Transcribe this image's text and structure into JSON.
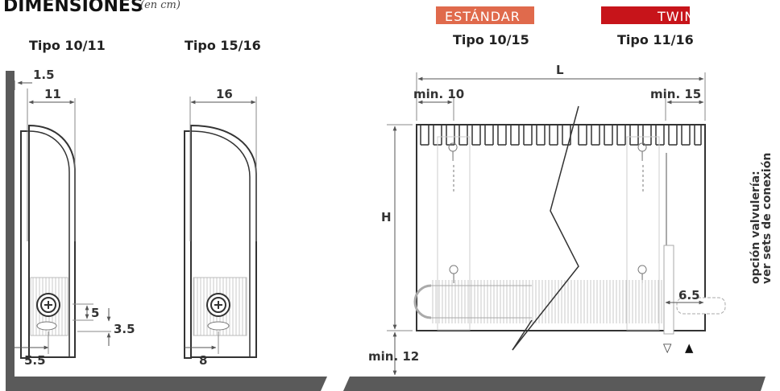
{
  "title": {
    "main": "DIMENSIONES",
    "units": "(en cm)"
  },
  "badges": {
    "standard": {
      "label": "ESTÁNDAR",
      "color": "#e06a4c"
    },
    "twin": {
      "label": "TWIN",
      "color": "#c7141a"
    }
  },
  "headers": {
    "tipo_10_11": "Tipo 10/11",
    "tipo_15_16": "Tipo 15/16",
    "tipo_10_15": "Tipo 10/15",
    "tipo_11_16": "Tipo 11/16"
  },
  "dims": {
    "d1_5": "1.5",
    "d11": "11",
    "d16": "16",
    "d5": "5",
    "d3_5": "3.5",
    "d5_5": "5.5",
    "d8": "8",
    "L": "L",
    "min10": "min. 10",
    "min15": "min. 15",
    "H": "H",
    "d6_5": "6.5",
    "min12": "min. 12"
  },
  "side_note": {
    "line1": "opción valvulería:",
    "line2": "ver sets de conexión"
  },
  "markers": {
    "open_triangle": "▽",
    "filled_triangle": "▲"
  },
  "colors": {
    "wall": "#5a5a5a",
    "line": "#333333",
    "dim_line": "#555555",
    "pipe": "#aaaaaa"
  }
}
